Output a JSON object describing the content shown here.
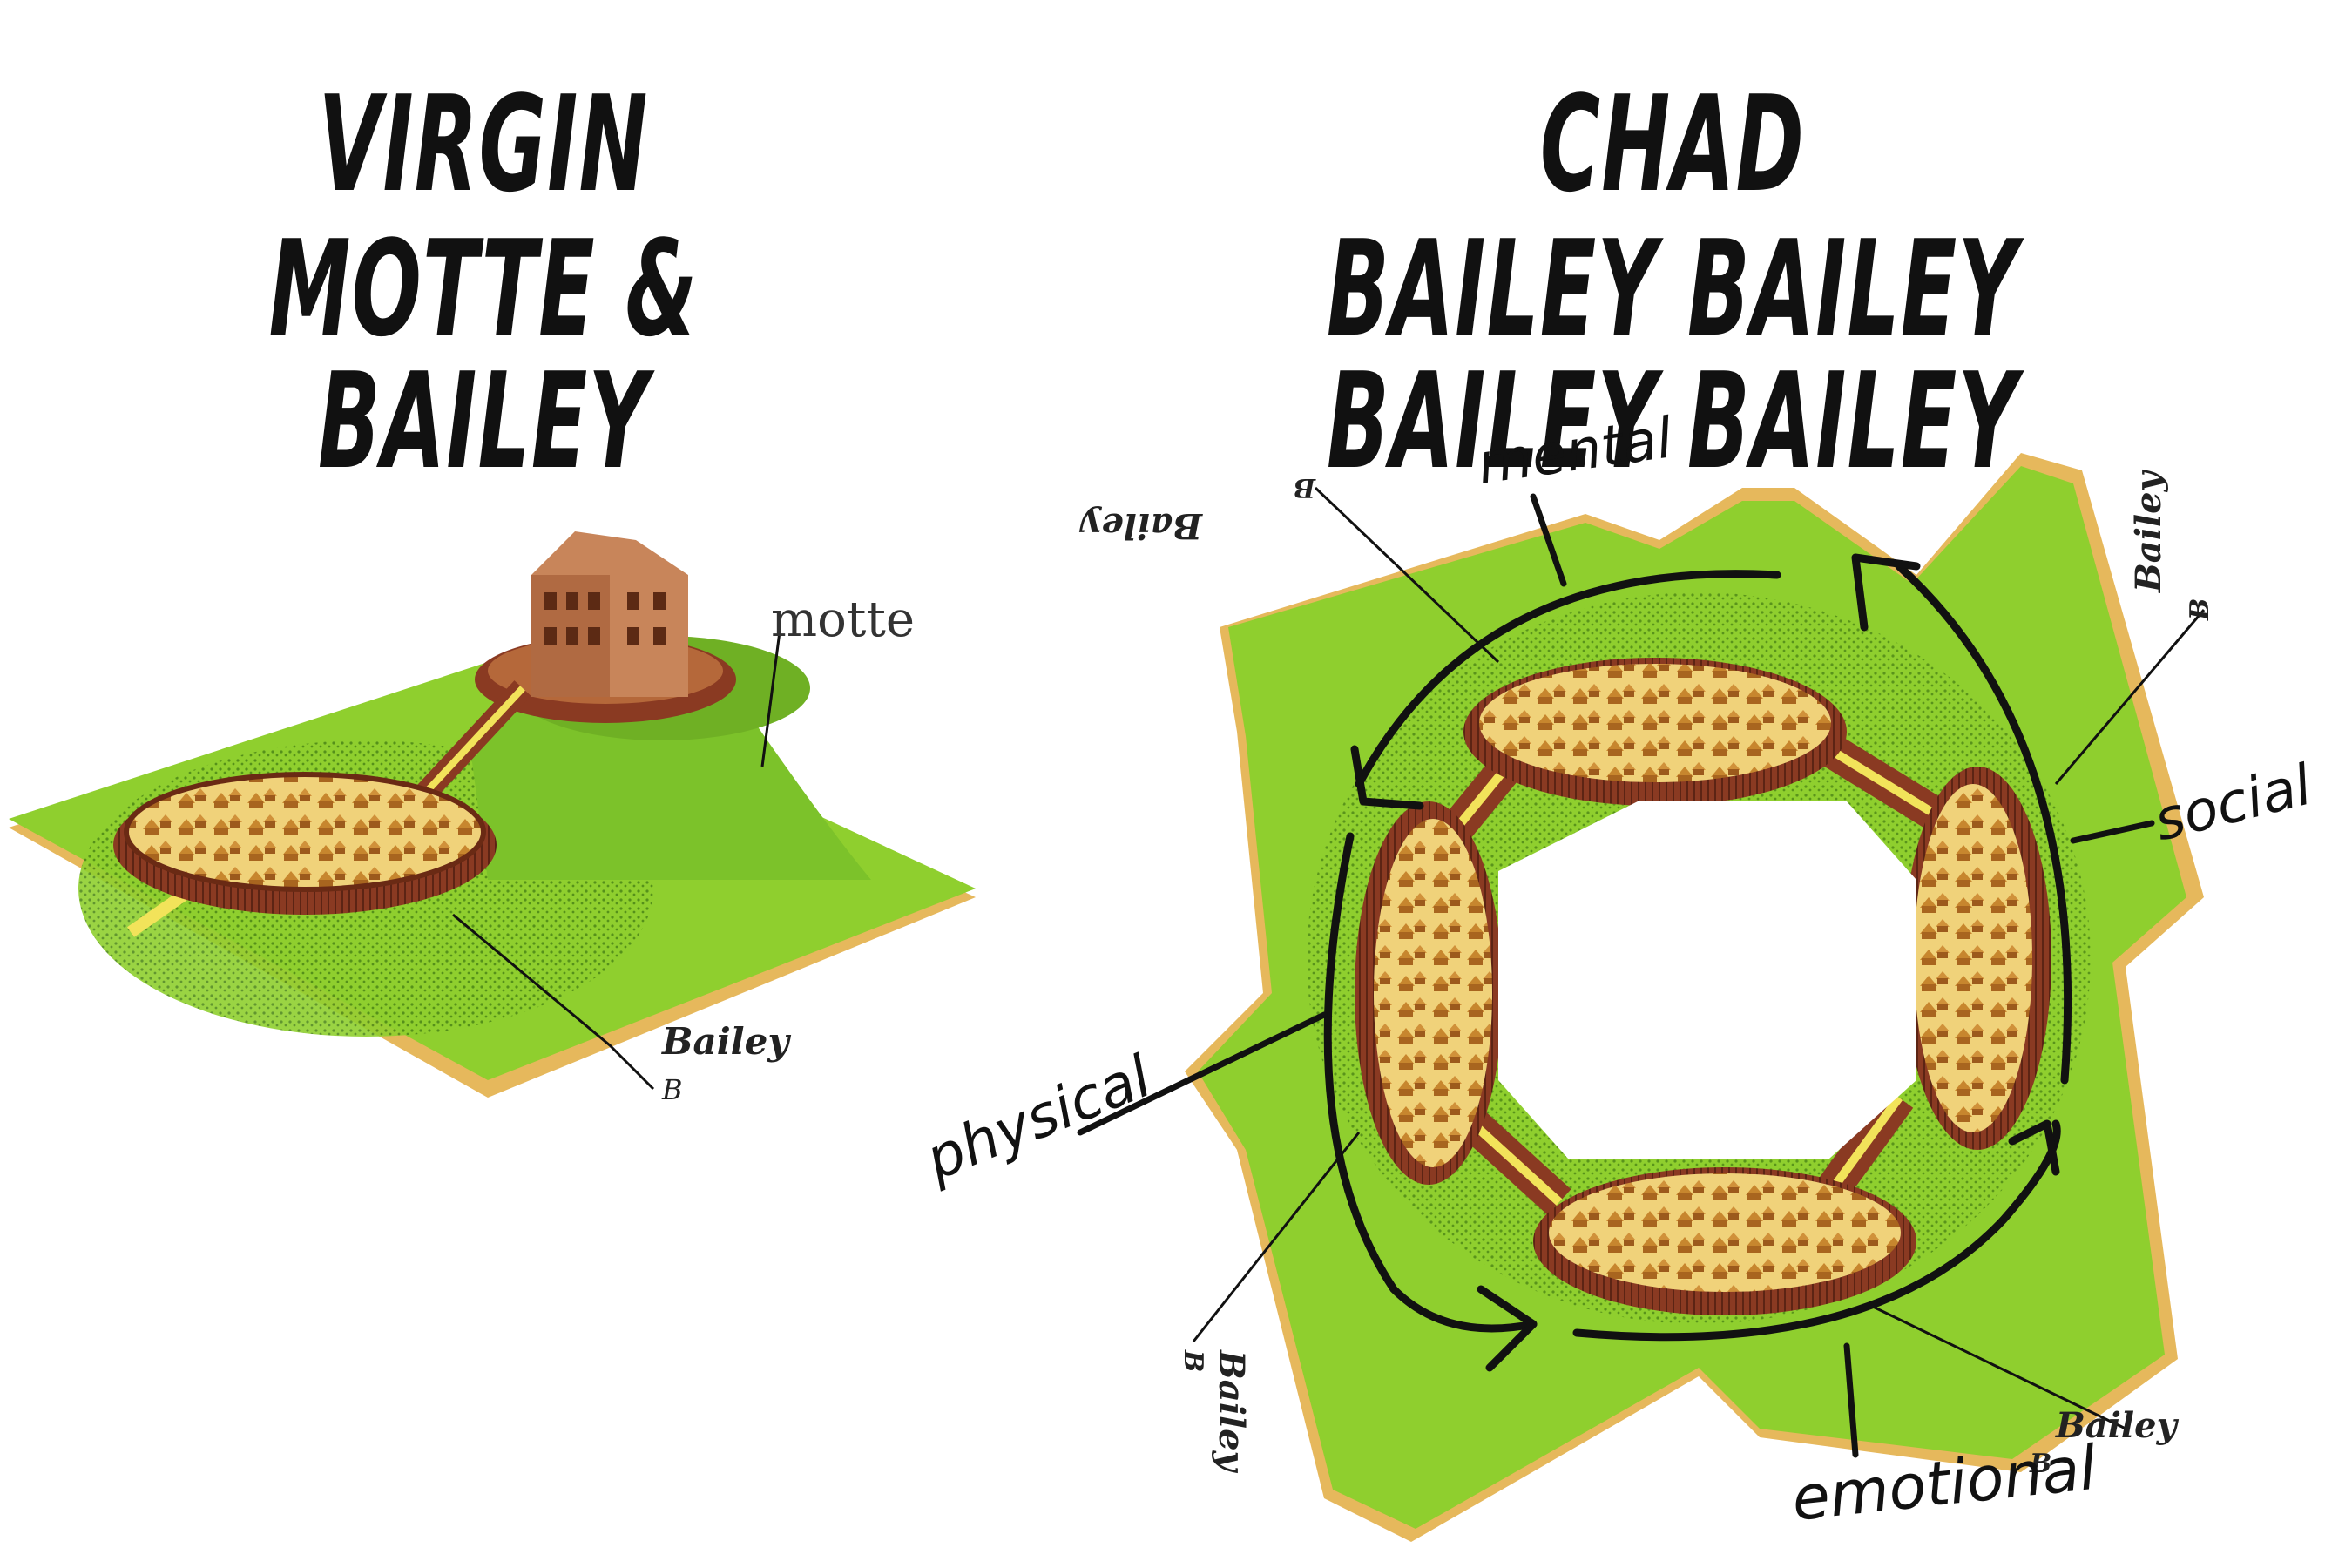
{
  "left_panel": {
    "heading_line1": "VIRGIN",
    "heading_line2": "MOTTE & BAILEY",
    "label_motte": "motte",
    "label_bailey": "Bailey",
    "label_b": "B"
  },
  "right_panel": {
    "heading_line1": "CHAD",
    "heading_line2": "BAILEY BAILEY BAILEY BAILEY",
    "bailey_labels": [
      "Bailey",
      "Bailey",
      "Bailey",
      "Bailey"
    ],
    "b_labels": [
      "B",
      "B",
      "B",
      "B"
    ],
    "handwritten": {
      "mental": "mental",
      "social": "social",
      "emotional": "emotional",
      "physical": "physical"
    }
  },
  "colors": {
    "grass": "#8fcf2e",
    "grass_dark": "#5e9e1c",
    "wood": "#8a3a22",
    "path": "#f2e35a",
    "plank": "#e6b85c",
    "ink": "#111111"
  }
}
